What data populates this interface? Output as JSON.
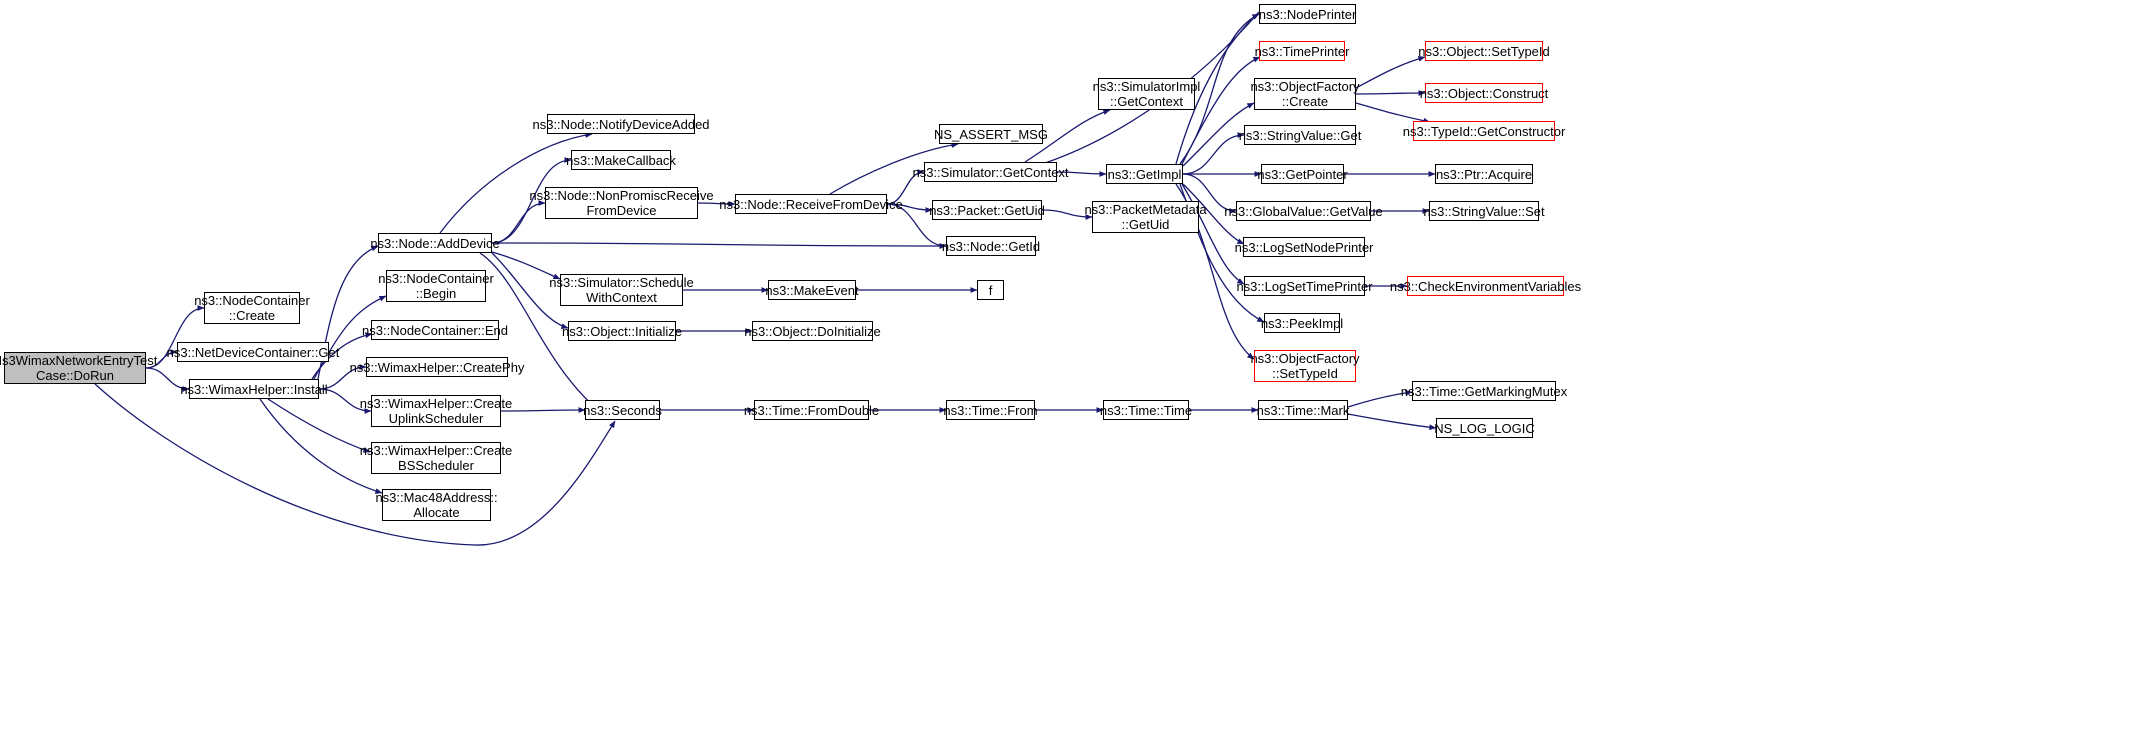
{
  "colors": {
    "edge": "#191970",
    "border": "#000000",
    "external_border": "#ff0000",
    "root_fill": "#bfbfbf",
    "node_fill": "#ffffff"
  },
  "nodes": [
    {
      "id": "dorun",
      "lines": [
        "Ns3WimaxNetworkEntryTest",
        "Case::DoRun"
      ],
      "root": true
    },
    {
      "id": "nc_create",
      "lines": [
        "ns3::NodeContainer",
        "::Create"
      ]
    },
    {
      "id": "ndc_get",
      "lines": [
        "ns3::NetDeviceContainer::Get"
      ]
    },
    {
      "id": "wh_install",
      "lines": [
        "ns3::WimaxHelper::Install"
      ]
    },
    {
      "id": "node_adddevice",
      "lines": [
        "ns3::Node::AddDevice"
      ]
    },
    {
      "id": "nc_begin",
      "lines": [
        "ns3::NodeContainer",
        "::Begin"
      ]
    },
    {
      "id": "nc_end",
      "lines": [
        "ns3::NodeContainer::End"
      ]
    },
    {
      "id": "wh_createphy",
      "lines": [
        "ns3::WimaxHelper::CreatePhy"
      ]
    },
    {
      "id": "wh_createuplink",
      "lines": [
        "ns3::WimaxHelper::Create",
        "UplinkScheduler"
      ]
    },
    {
      "id": "wh_createbs",
      "lines": [
        "ns3::WimaxHelper::Create",
        "BSScheduler"
      ]
    },
    {
      "id": "mac48_allocate",
      "lines": [
        "ns3::Mac48Address::",
        "Allocate"
      ]
    },
    {
      "id": "node_notify",
      "lines": [
        "ns3::Node::NotifyDeviceAdded"
      ]
    },
    {
      "id": "makecallback",
      "lines": [
        "ns3::MakeCallback"
      ]
    },
    {
      "id": "node_nonpromisc",
      "lines": [
        "ns3::Node::NonPromiscReceive",
        "FromDevice"
      ]
    },
    {
      "id": "sim_schedule",
      "lines": [
        "ns3::Simulator::Schedule",
        "WithContext"
      ]
    },
    {
      "id": "obj_initialize",
      "lines": [
        "ns3::Object::Initialize"
      ]
    },
    {
      "id": "seconds",
      "lines": [
        "ns3::Seconds"
      ]
    },
    {
      "id": "node_receive",
      "lines": [
        "ns3::Node::ReceiveFromDevice"
      ]
    },
    {
      "id": "makeevent",
      "lines": [
        "ns3::MakeEvent"
      ]
    },
    {
      "id": "obj_doinitialize",
      "lines": [
        "ns3::Object::DoInitialize"
      ]
    },
    {
      "id": "time_fromdouble",
      "lines": [
        "ns3::Time::FromDouble"
      ]
    },
    {
      "id": "ns_assert",
      "lines": [
        "NS_ASSERT_MSG"
      ]
    },
    {
      "id": "sim_getcontext",
      "lines": [
        "ns3::Simulator::GetContext"
      ]
    },
    {
      "id": "packet_getuid",
      "lines": [
        "ns3::Packet::GetUid"
      ]
    },
    {
      "id": "node_getid",
      "lines": [
        "ns3::Node::GetId"
      ]
    },
    {
      "id": "f",
      "lines": [
        "f"
      ]
    },
    {
      "id": "time_from",
      "lines": [
        "ns3::Time::From"
      ]
    },
    {
      "id": "simimpl_getcontext",
      "lines": [
        "ns3::SimulatorImpl",
        "::GetContext"
      ]
    },
    {
      "id": "pmeta_getuid",
      "lines": [
        "ns3::PacketMetadata",
        "::GetUid"
      ]
    },
    {
      "id": "getimpl",
      "lines": [
        "ns3::GetImpl"
      ]
    },
    {
      "id": "time_time",
      "lines": [
        "ns3::Time::Time"
      ]
    },
    {
      "id": "nodeprinter",
      "lines": [
        "ns3::NodePrinter"
      ]
    },
    {
      "id": "timeprinter",
      "lines": [
        "ns3::TimePrinter"
      ],
      "external": true
    },
    {
      "id": "objfactory_create",
      "lines": [
        "ns3::ObjectFactory",
        "::Create"
      ]
    },
    {
      "id": "stringvalue_get",
      "lines": [
        "ns3::StringValue::Get"
      ]
    },
    {
      "id": "getpointer",
      "lines": [
        "ns3::GetPointer"
      ]
    },
    {
      "id": "globalvalue_getvalue",
      "lines": [
        "ns3::GlobalValue::GetValue"
      ]
    },
    {
      "id": "logsetnodeprinter",
      "lines": [
        "ns3::LogSetNodePrinter"
      ]
    },
    {
      "id": "logsettimeprinter",
      "lines": [
        "ns3::LogSetTimePrinter"
      ]
    },
    {
      "id": "peekimpl",
      "lines": [
        "ns3::PeekImpl"
      ]
    },
    {
      "id": "objfactory_settypeid",
      "lines": [
        "ns3::ObjectFactory",
        "::SetTypeId"
      ],
      "external": true
    },
    {
      "id": "time_mark",
      "lines": [
        "ns3::Time::Mark"
      ]
    },
    {
      "id": "obj_settypeid",
      "lines": [
        "ns3::Object::SetTypeId"
      ],
      "external": true
    },
    {
      "id": "obj_construct",
      "lines": [
        "ns3::Object::Construct"
      ],
      "external": true
    },
    {
      "id": "typeid_getconstructor",
      "lines": [
        "ns3::TypeId::GetConstructor"
      ],
      "external": true
    },
    {
      "id": "ptr_acquire",
      "lines": [
        "ns3::Ptr::Acquire"
      ]
    },
    {
      "id": "stringvalue_set",
      "lines": [
        "ns3::StringValue::Set"
      ]
    },
    {
      "id": "checkenv",
      "lines": [
        "ns3::CheckEnvironmentVariables"
      ],
      "external": true
    },
    {
      "id": "time_getmarkingmutex",
      "lines": [
        "ns3::Time::GetMarkingMutex"
      ]
    },
    {
      "id": "ns_log_logic",
      "lines": [
        "NS_LOG_LOGIC"
      ]
    }
  ],
  "edges": [
    [
      "dorun",
      "nc_create"
    ],
    [
      "dorun",
      "ndc_get"
    ],
    [
      "dorun",
      "wh_install"
    ],
    [
      "dorun",
      "seconds"
    ],
    [
      "wh_install",
      "node_adddevice"
    ],
    [
      "wh_install",
      "nc_begin"
    ],
    [
      "wh_install",
      "nc_end"
    ],
    [
      "wh_install",
      "wh_createphy"
    ],
    [
      "wh_install",
      "wh_createuplink"
    ],
    [
      "wh_install",
      "wh_createbs"
    ],
    [
      "wh_install",
      "mac48_allocate"
    ],
    [
      "node_adddevice",
      "node_notify"
    ],
    [
      "node_adddevice",
      "makecallback"
    ],
    [
      "node_adddevice",
      "node_nonpromisc"
    ],
    [
      "node_adddevice",
      "sim_schedule"
    ],
    [
      "node_adddevice",
      "obj_initialize"
    ],
    [
      "node_adddevice",
      "seconds"
    ],
    [
      "node_adddevice",
      "node_getid"
    ],
    [
      "wh_createuplink",
      "seconds"
    ],
    [
      "node_nonpromisc",
      "node_receive"
    ],
    [
      "node_receive",
      "ns_assert"
    ],
    [
      "node_receive",
      "sim_getcontext"
    ],
    [
      "node_receive",
      "packet_getuid"
    ],
    [
      "node_receive",
      "node_getid"
    ],
    [
      "sim_schedule",
      "makeevent"
    ],
    [
      "makeevent",
      "f"
    ],
    [
      "obj_initialize",
      "obj_doinitialize"
    ],
    [
      "seconds",
      "time_fromdouble"
    ],
    [
      "time_fromdouble",
      "time_from"
    ],
    [
      "time_from",
      "time_time"
    ],
    [
      "time_time",
      "time_mark"
    ],
    [
      "time_mark",
      "time_getmarkingmutex"
    ],
    [
      "time_mark",
      "ns_log_logic"
    ],
    [
      "sim_getcontext",
      "simimpl_getcontext"
    ],
    [
      "sim_getcontext",
      "getimpl"
    ],
    [
      "packet_getuid",
      "pmeta_getuid"
    ],
    [
      "getimpl",
      "nodeprinter"
    ],
    [
      "getimpl",
      "timeprinter"
    ],
    [
      "getimpl",
      "objfactory_create"
    ],
    [
      "getimpl",
      "stringvalue_get"
    ],
    [
      "getimpl",
      "getpointer"
    ],
    [
      "getimpl",
      "globalvalue_getvalue"
    ],
    [
      "getimpl",
      "logsetnodeprinter"
    ],
    [
      "getimpl",
      "logsettimeprinter"
    ],
    [
      "getimpl",
      "peekimpl"
    ],
    [
      "getimpl",
      "objfactory_settypeid"
    ],
    [
      "getimpl",
      "sim_getcontext"
    ],
    [
      "objfactory_create",
      "obj_settypeid"
    ],
    [
      "objfactory_create",
      "obj_construct"
    ],
    [
      "objfactory_create",
      "typeid_getconstructor"
    ],
    [
      "getpointer",
      "ptr_acquire"
    ],
    [
      "globalvalue_getvalue",
      "stringvalue_set"
    ],
    [
      "logsettimeprinter",
      "checkenv"
    ]
  ]
}
